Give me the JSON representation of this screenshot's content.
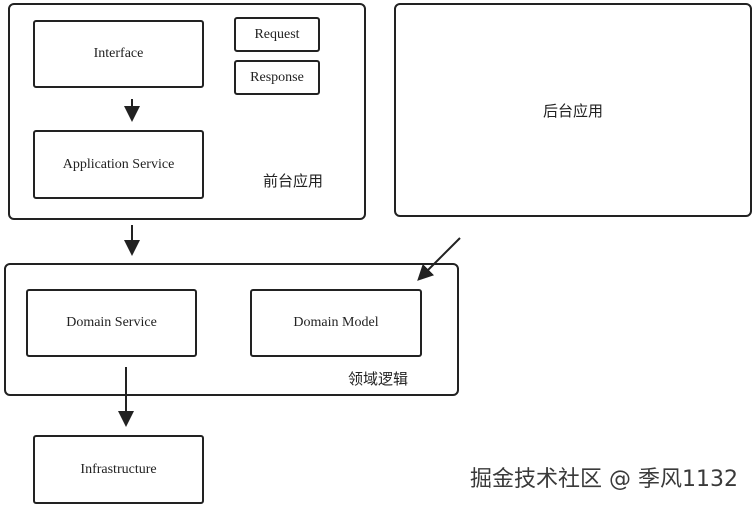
{
  "frontend": {
    "label": "前台应用",
    "interface": "Interface",
    "request": "Request",
    "response": "Response",
    "application_service": "Application Service"
  },
  "backend": {
    "label": "后台应用"
  },
  "domain": {
    "label": "领域逻辑",
    "domain_service": "Domain Service",
    "domain_model": "Domain Model"
  },
  "infrastructure": "Infrastructure",
  "watermark": "掘金技术社区 @ 季风1132"
}
